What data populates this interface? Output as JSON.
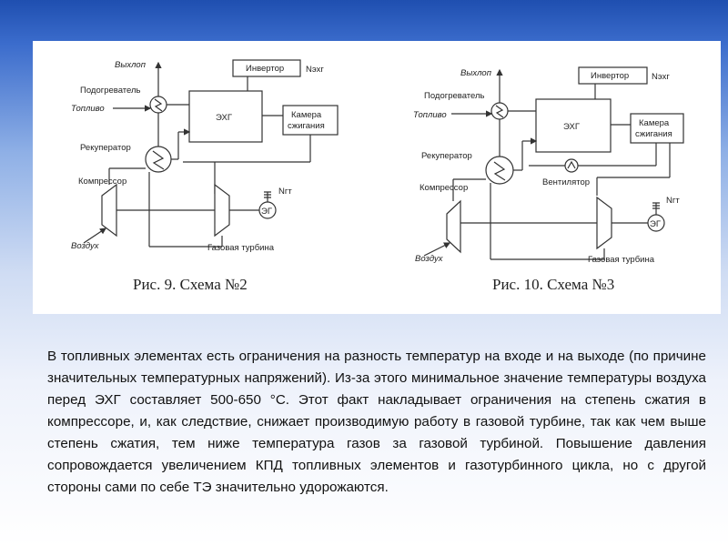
{
  "figure_left": {
    "labels": {
      "exhaust": "Выхлоп",
      "heater": "Подогреватель",
      "fuel": "Топливо",
      "recuperator": "Рекуператор",
      "compressor": "Компрессор",
      "air": "Воздух",
      "inverter": "Инвертор",
      "n_ekhg": "Nэхг",
      "ekhg": "ЭХГ",
      "chamber_1": "Камера",
      "chamber_2": "сжигания",
      "n_gt": "Nгт",
      "eg": "ЭГ",
      "gas_turbine": "Газовая турбина"
    },
    "caption": "Рис. 9. Схема №2"
  },
  "figure_right": {
    "labels": {
      "exhaust": "Выхлоп",
      "heater": "Подогреватель",
      "fuel": "Топливо",
      "recuperator": "Рекуператор",
      "compressor": "Компрессор",
      "air": "Воздух",
      "inverter": "Инвертор",
      "n_ekhg": "Nэхг",
      "ekhg": "ЭХГ",
      "chamber_1": "Камера",
      "chamber_2": "сжигания",
      "fan": "Вентилятор",
      "n_gt": "Nгт",
      "eg": "ЭГ",
      "gas_turbine": "Газовая турбина"
    },
    "caption": "Рис. 10. Схема №3"
  },
  "paragraph": "В топливных элементах есть ограничения на разность температур на входе и на выходе (по причине значительных температурных напряжений). Из-за этого минимальное значение температуры воздуха перед ЭХГ составляет 500-650 °С. Этот факт накладывает ограничения на степень сжатия в компрессоре, и, как следствие, снижает производимую работу в газовой турбине, так как чем выше степень сжатия, тем ниже температура газов за газовой турбиной. Повышение давления сопровождается увеличением КПД топливных элементов и газотурбинного цикла, но с другой стороны сами по себе ТЭ значительно удорожаются."
}
